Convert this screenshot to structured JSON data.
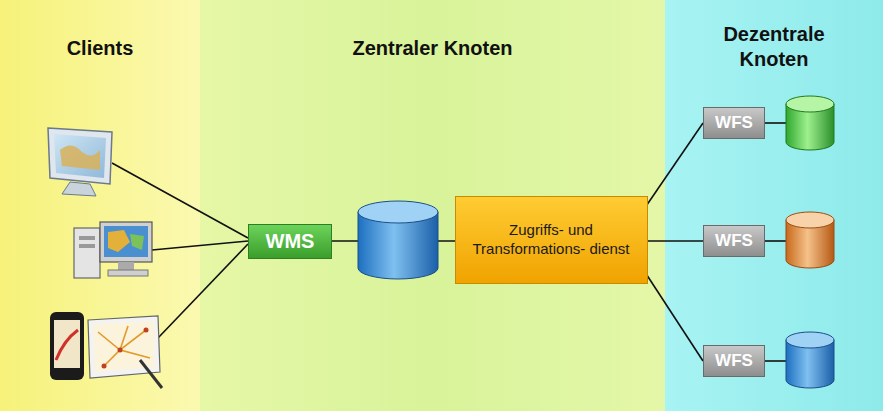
{
  "diagram": {
    "nodes": [
      {
        "text": [
          "Clients"
        ]
      },
      {
        "text": [
          "Zentraler Knoten"
        ]
      },
      {
        "text": [
          "Dezentrale Knoten"
        ]
      },
      {
        "text": [
          "WMS"
        ],
        "in": 1
      },
      {
        "text": [
          "Zugriffs- und Transformations- dienst"
        ],
        "in": 1
      },
      {
        "text": [
          "WFS"
        ],
        "in": 2
      },
      {
        "text": [
          "WFS"
        ],
        "in": 2
      },
      {
        "text": [
          "WFS"
        ],
        "in": 2
      }
    ],
    "edges": [
      {
        "from": 4,
        "to": 5,
        "arrow": "none"
      },
      {
        "from": 4,
        "to": 6,
        "arrow": "none"
      },
      {
        "from": 4,
        "to": 7,
        "arrow": "none"
      }
    ]
  }
}
